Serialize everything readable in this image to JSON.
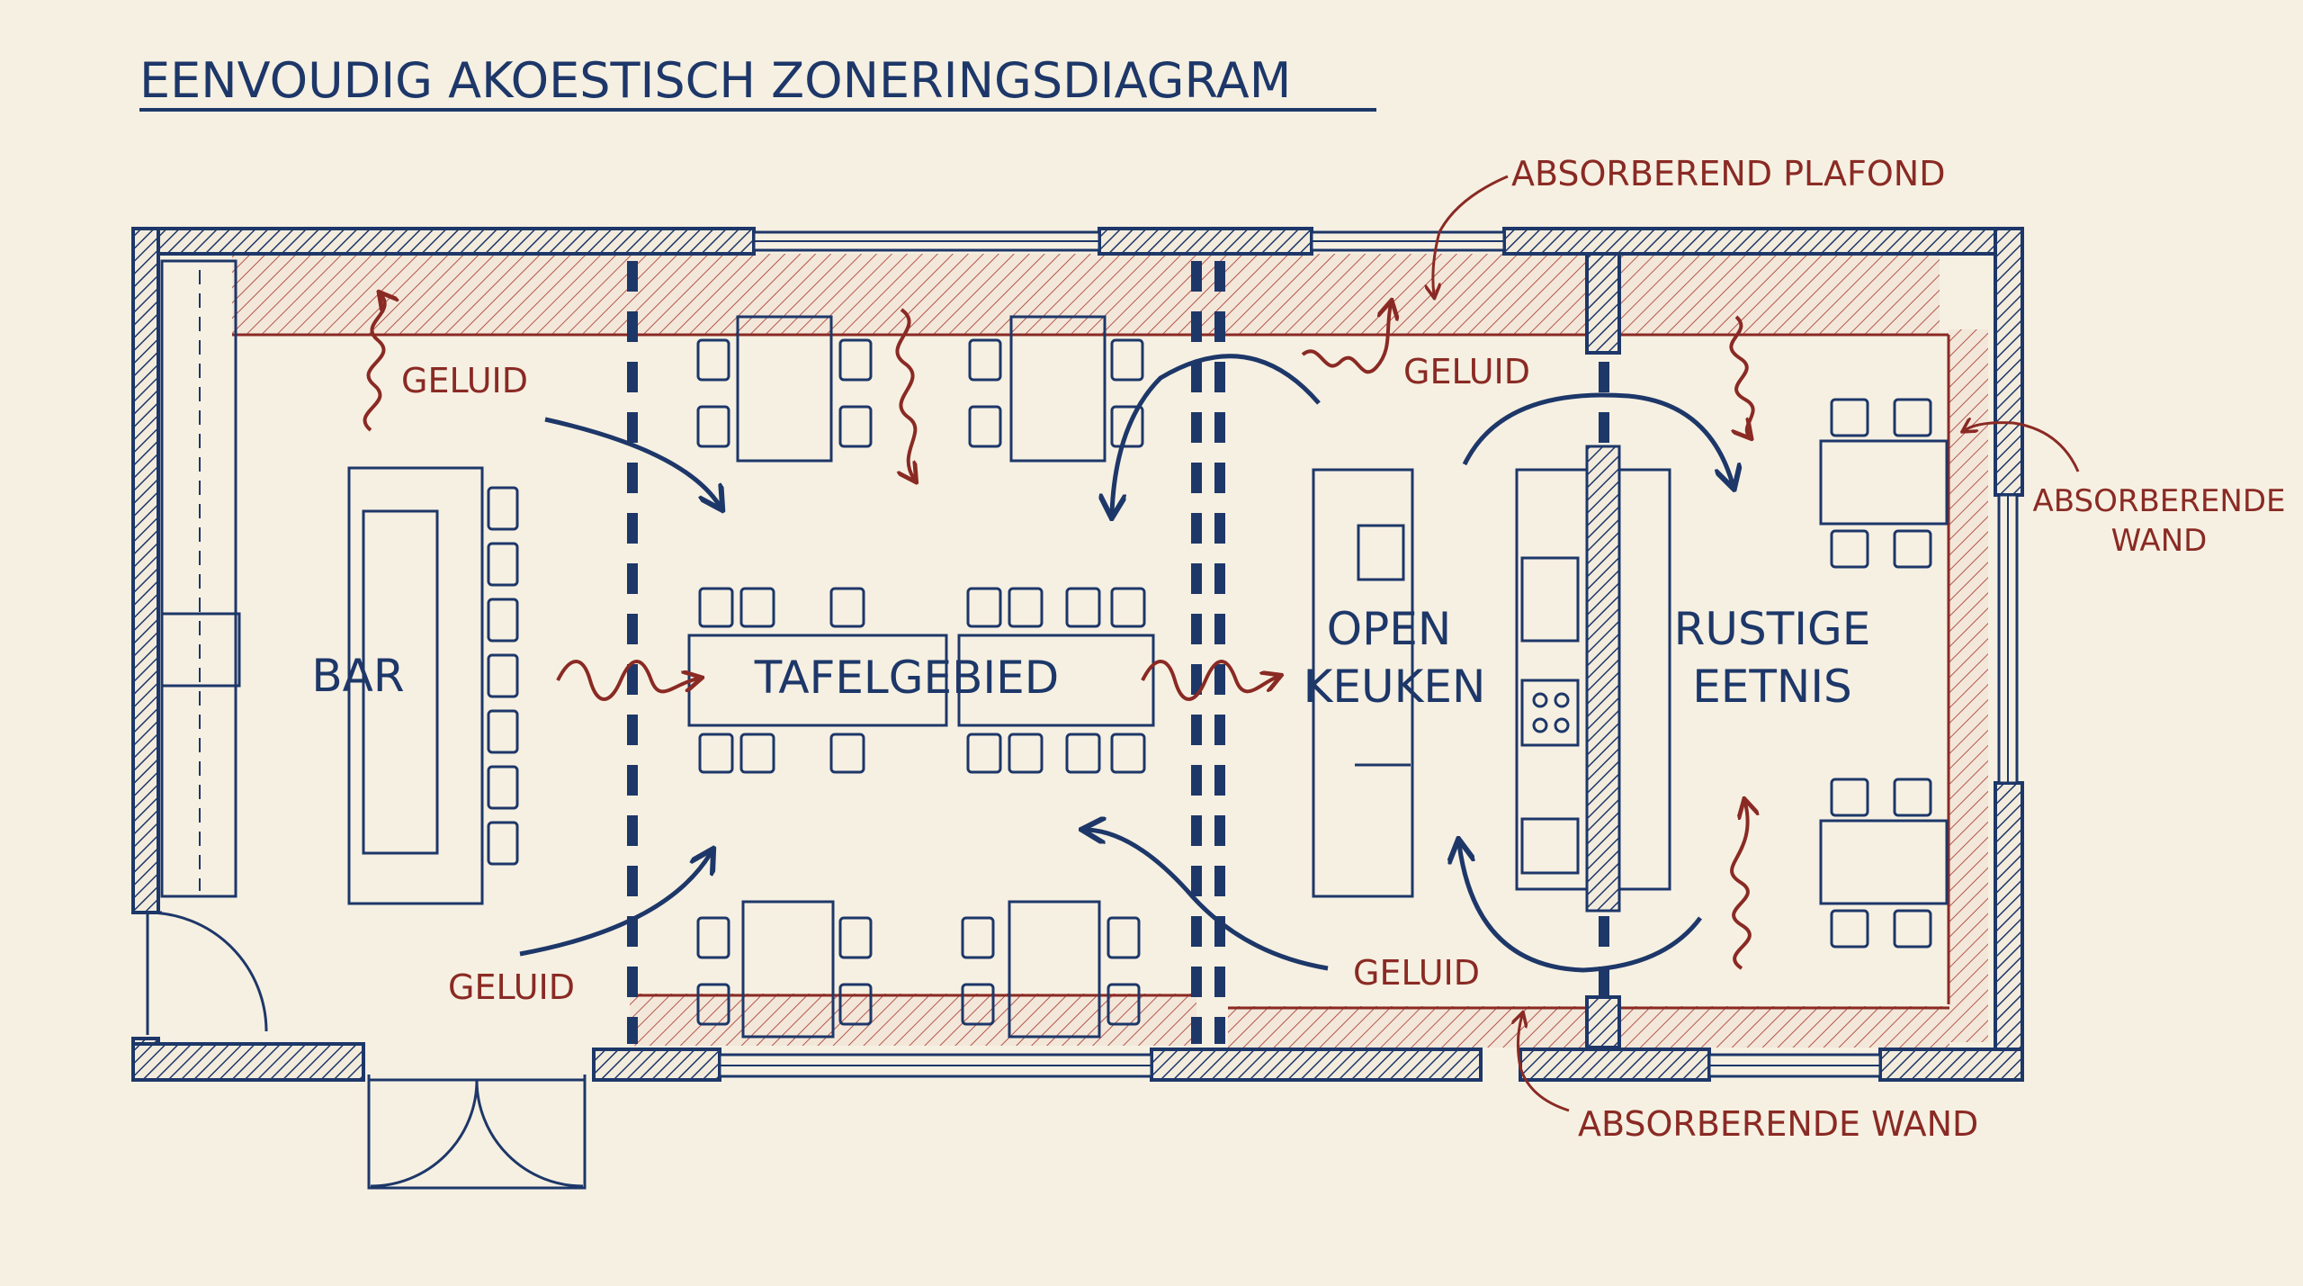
{
  "title": "EENVOUDIG AKOESTISCH ZONERINGSDIAGRAM",
  "zones": {
    "bar": "BAR",
    "tafelgebied": "TAFELGEBIED",
    "open_keuken": [
      "OPEN",
      "KEUKEN"
    ],
    "rustige_eetnis": [
      "RUSTIGE",
      "EETNIS"
    ]
  },
  "sound_labels": {
    "top_left": "GELUID",
    "top_right": "GELUID",
    "bottom_left": "GELUID",
    "bottom_right": "GELUID"
  },
  "callouts": {
    "ceiling": "ABSORBEREND PLAFOND",
    "wall_right": [
      "ABSORBERENDE",
      "WAND"
    ],
    "wall_bottom": "ABSORBERENDE WAND"
  },
  "colors": {
    "paper": "#f6f0e2",
    "ink_blue": "#1d3769",
    "ink_red": "#8a2a24",
    "hatch_red": "#b4564e"
  }
}
